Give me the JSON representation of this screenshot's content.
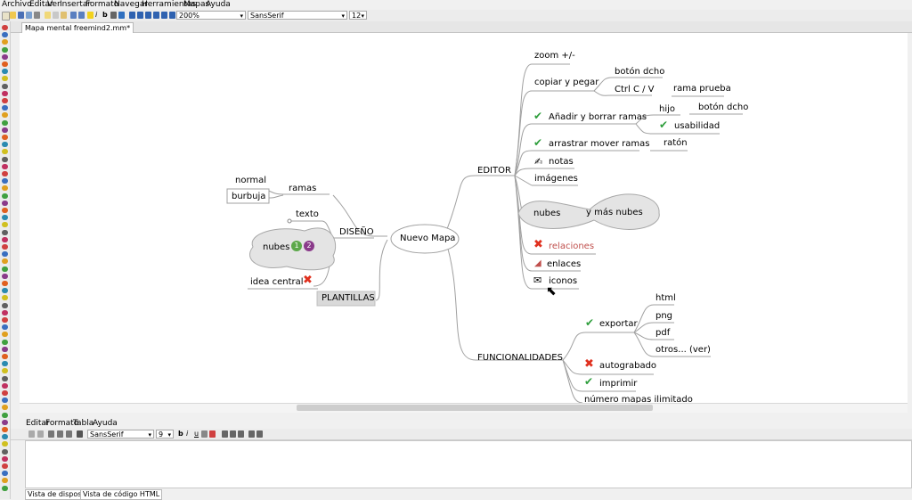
{
  "menubar": {
    "items": [
      "Archivo",
      "Editar",
      "Ver",
      "Insertar",
      "Formato",
      "Navegar",
      "Herramientas",
      "Mapas",
      "Ayuda"
    ]
  },
  "toolbar": {
    "zoom": "200%",
    "font": "SansSerif",
    "size": "12"
  },
  "tab": {
    "label": "Mapa mental freemind2.mm*"
  },
  "map": {
    "root": "Nuevo Mapa",
    "left": {
      "diseno": "DISEÑO",
      "ramas": "ramas",
      "normal": "normal",
      "burbuja": "burbuja",
      "texto": "texto",
      "nubes": "nubes",
      "idea_central": "idea central",
      "plantillas": "PLANTILLAS"
    },
    "editor": {
      "label": "EDITOR",
      "zoom": "zoom +/-",
      "copiar": "copiar y pegar",
      "boton_dcho": "botón dcho",
      "ctrl": "Ctrl C / V",
      "rama_prueba": "rama prueba",
      "anadir": "Añadir y borrar ramas",
      "hijo": "hijo",
      "boton_dcho2": "botón dcho",
      "usabilidad": "usabilidad",
      "arrastrar": "arrastrar mover ramas",
      "raton": "ratón",
      "notas": "notas",
      "imagenes": "imágenes",
      "nubes": "nubes",
      "mas_nubes": "y más nubes",
      "relaciones": "relaciones",
      "enlaces": "enlaces",
      "iconos": "iconos"
    },
    "func": {
      "label": "FUNCIONALIDADES",
      "exportar": "exportar",
      "html": "html",
      "png": "png",
      "pdf": "pdf",
      "otros": "otros... (ver)",
      "autograbado": "autograbado",
      "imprimir": "imprimir",
      "numero": "número mapas ilimitado"
    }
  },
  "notes": {
    "menu": [
      "Editar",
      "Formato",
      "Tabla",
      "Ayuda"
    ],
    "font": "SansSerif",
    "size": "9",
    "tabs": [
      "Vista de disposición",
      "Vista de código HTML"
    ]
  },
  "colors": {
    "relation": "#c0504d",
    "branch": "#9a9a9a",
    "cloud": "#e8e8e8"
  }
}
